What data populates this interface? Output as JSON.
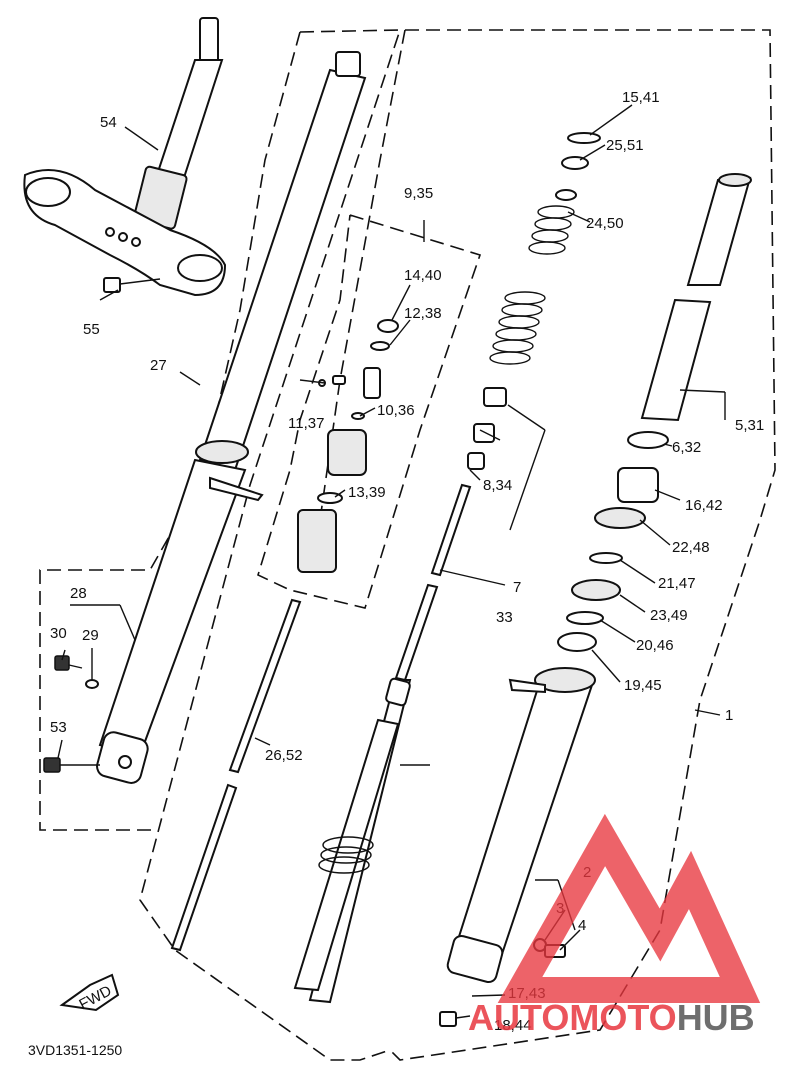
{
  "diagram": {
    "code": "3VD1351-1250",
    "fwd_label": "FWD",
    "callouts": {
      "c1": "1",
      "c2": "2",
      "c3": "3",
      "c4": "4",
      "c531": "5,31",
      "c632": "6,32",
      "c7": "7",
      "c33": "33",
      "c834": "8,34",
      "c935": "9,35",
      "c1036": "10,36",
      "c1137": "11,37",
      "c1238": "12,38",
      "c1339": "13,39",
      "c1440": "14,40",
      "c1541": "15,41",
      "c1642": "16,42",
      "c1743": "17,43",
      "c1844": "18,44",
      "c1945": "19,45",
      "c2046": "20,46",
      "c2147": "21,47",
      "c2248": "22,48",
      "c2349": "23,49",
      "c2450": "24,50",
      "c2551": "25,51",
      "c2652": "26,52",
      "c27": "27",
      "c28": "28",
      "c29": "29",
      "c30": "30",
      "c53": "53",
      "c54": "54",
      "c55": "55"
    }
  },
  "watermark": {
    "part1": "AUTO",
    "part2": "MOTO",
    "part3": "HUB",
    "accent": "#e8373f"
  }
}
